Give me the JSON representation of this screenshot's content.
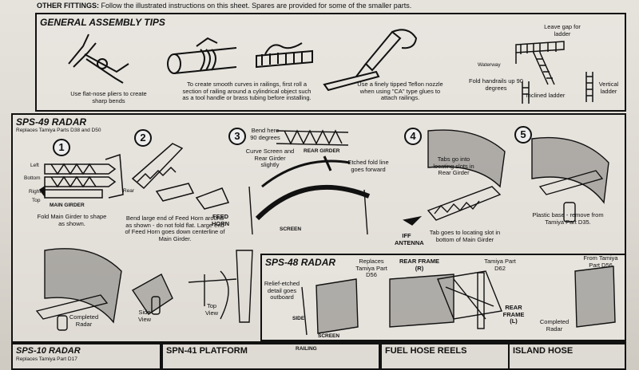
{
  "header": {
    "label": "OTHER FITTINGS:",
    "text": "Follow the illustrated instructions on this sheet. Spares are provided for some of the smaller parts."
  },
  "tips": {
    "title": "GENERAL ASSEMBLY TIPS",
    "pliers": "Use flat-nose pliers to create sharp bends",
    "railing": "To create smooth curves in railings, first roll a section of railing around a cylindrical object such as a tool handle or brass tubing before installing.",
    "glue": "Use a finely tipped Teflon nozzle when using \"CA\" type glues to attach railings.",
    "leave_gap": "Leave gap for ladder",
    "waterway": "Waterway",
    "fold_handrails": "Fold handrails up 90 degrees",
    "inclined_ladder": "Inclined ladder",
    "vertical_ladder": "Vertical ladder"
  },
  "sps49": {
    "title": "SPS-49 RADAR",
    "subtitle": "Replaces Tamiya Parts D38 and D50",
    "steps": [
      "1",
      "2",
      "3",
      "4",
      "5"
    ],
    "left": "Left",
    "bottom": "Bottom",
    "right": "Right",
    "top": "Top",
    "rear": "Rear",
    "main_girder": "MAIN GIRDER",
    "fold_main": "Fold Main Girder to shape as shown.",
    "bend_large": "Bend large end of Feed Horn around as shown - do not fold flat. Large end of Feed Horn goes down centerline of Main Girder.",
    "feed_horn": "FEED HORN",
    "bend_here": "Bend here 90 degrees",
    "rear_girder": "REAR GIRDER",
    "curve_screen": "Curve Screen and Rear Girder slightly",
    "etched_fold": "Etched fold line goes forward",
    "screen": "SCREEN",
    "tabs_rear": "Tabs go into locating slots in Rear Girder",
    "iff_antenna": "IFF ANTENNA",
    "tab_locating": "Tab goes to locating slot in bottom of Main Girder",
    "plastic_base": "Plastic base - remove from Tamiya Part D35.",
    "completed_radar": "Completed Radar",
    "side_view": "Side View",
    "top_view": "Top View"
  },
  "sps48": {
    "title": "SPS-48 RADAR",
    "replaces": "Replaces Tamiya Part D56",
    "relief": "Relief-etched detail goes outboard",
    "side": "SIDE",
    "screen": "SCREEN",
    "rear_frame_r": "REAR FRAME (R)",
    "tamiya_d62": "Tamiya Part D62",
    "rear_frame_l": "REAR FRAME (L)",
    "from_tamiya": "From Tamiya Part D56",
    "completed": "Completed Radar"
  },
  "bottom": {
    "sps10": "SPS-10 RADAR",
    "sps10_sub": "Replaces Tamiya Part D17",
    "spn41": "SPN-41 PLATFORM",
    "railing": "RAILING",
    "fuel_hose": "FUEL HOSE REELS",
    "island_hose": "ISLAND HOSE"
  }
}
